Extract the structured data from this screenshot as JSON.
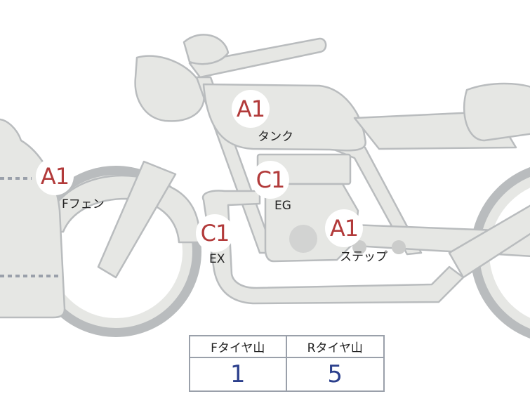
{
  "markers": [
    {
      "id": "tank",
      "code": "A1",
      "label": "タンク"
    },
    {
      "id": "ffender",
      "code": "A1",
      "label": "Fフェン"
    },
    {
      "id": "eg",
      "code": "C1",
      "label": "EG"
    },
    {
      "id": "ex",
      "code": "C1",
      "label": "EX"
    },
    {
      "id": "step",
      "code": "A1",
      "label": "ステップ"
    }
  ],
  "tire_table": {
    "headers": [
      "Fタイヤ山",
      "Rタイヤ山"
    ],
    "values": [
      "1",
      "5"
    ]
  },
  "colors": {
    "body": "#e6e7e4",
    "outline": "#b9bcbe",
    "badge_text": "#b23a3a",
    "value_text": "#2b3f8c"
  }
}
